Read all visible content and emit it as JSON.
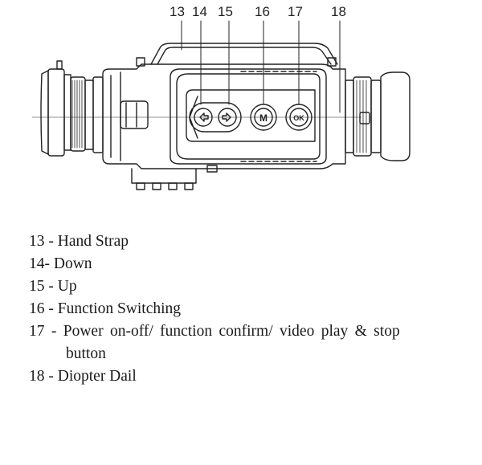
{
  "callouts": [
    "13",
    "14",
    "15",
    "16",
    "17",
    "18"
  ],
  "buttons": {
    "function_label": "M",
    "power_label": "OK"
  },
  "legend": [
    {
      "text": "13 - Hand Strap"
    },
    {
      "text": "14- Down"
    },
    {
      "text": "15 - Up"
    },
    {
      "text": "16 - Function Switching"
    },
    {
      "text": "17 - Power on-off/ function confirm/ video play & stop",
      "cont": "button"
    },
    {
      "text": "18 - Diopter Dail"
    }
  ]
}
